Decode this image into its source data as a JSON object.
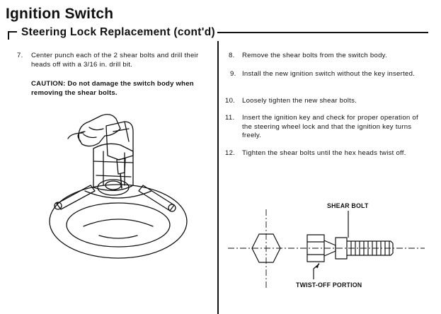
{
  "header": {
    "title": "Ignition Switch",
    "section": "Steering Lock Replacement (cont'd)"
  },
  "left_column": {
    "step_7": {
      "number": "7.",
      "text": "Center punch each of the 2 shear bolts and drill their heads off with a 3/16 in. drill bit."
    },
    "caution": "CAUTION: Do not damage the switch body when removing the shear bolts."
  },
  "right_column": {
    "steps": [
      {
        "number": "8.",
        "text": "Remove the shear bolts from the switch body."
      },
      {
        "number": "9.",
        "text": "Install the new ignition switch without the key inserted."
      },
      {
        "number": "10.",
        "text": "Loosely tighten the new shear bolts."
      },
      {
        "number": "11.",
        "text": "Insert the ignition key and check for proper operation of the steering wheel lock and that the ignition key turns freely."
      },
      {
        "number": "12.",
        "text": "Tighten the shear bolts until the hex heads twist off."
      }
    ]
  },
  "diagram": {
    "shear_bolt_label": "SHEAR BOLT",
    "twist_off_label": "TWIST-OFF PORTION"
  }
}
